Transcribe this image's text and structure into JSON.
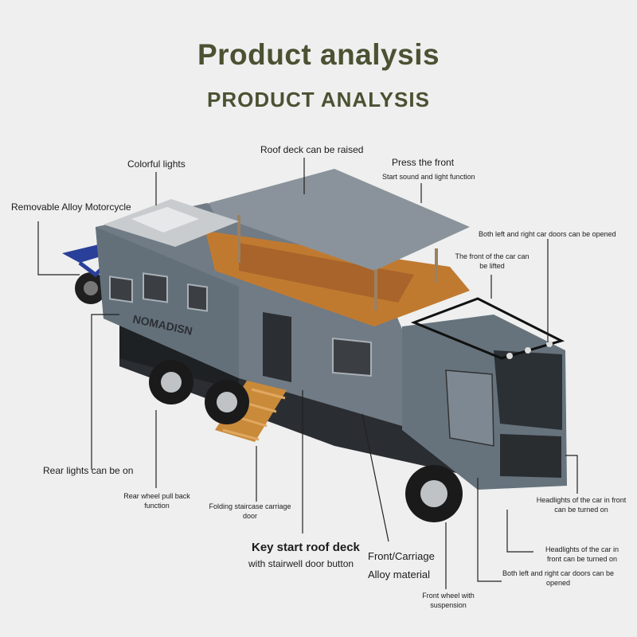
{
  "title": "Product analysis",
  "subtitle": "PRODUCT ANALYSIS",
  "model_text": "NOMADISN",
  "colors": {
    "body": "#707b85",
    "roof": "#8a939b",
    "interior": "#c07a30",
    "title": "#4b5132"
  },
  "callouts": {
    "colorful_lights": "Colorful lights",
    "roof_deck": "Roof deck can be raised",
    "press_front": "Press the front",
    "start_sound": "Start sound and light function",
    "motorcycle": "Removable Alloy Motorcycle",
    "doors_top": "Both left and right car doors can be opened",
    "front_lifted_1": "The front of the car can",
    "front_lifted_2": "be lifted",
    "rear_lights": "Rear lights can be on",
    "rear_wheel_1": "Rear wheel pull back",
    "rear_wheel_2": "function",
    "staircase_1": "Folding staircase carriage",
    "staircase_2": "door",
    "key_start": "Key start roof deck",
    "stairwell_button": "with stairwell door button",
    "front_carriage": "Front/Carriage",
    "alloy": "Alloy material",
    "front_wheel_1": "Front wheel with",
    "front_wheel_2": "suspension",
    "headlights_a_1": "Headlights of the car in front",
    "headlights_a_2": "can be turned on",
    "headlights_b_1": "Headlights of the car in",
    "headlights_b_2": "front can be turned on",
    "doors_bottom_1": "Both left and right car doors can be",
    "doors_bottom_2": "opened"
  }
}
